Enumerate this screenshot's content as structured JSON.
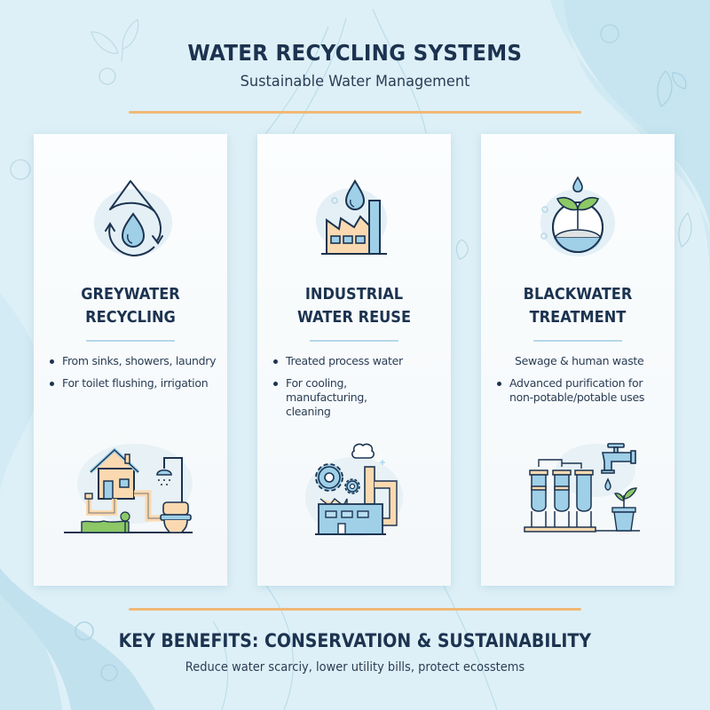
{
  "header": {
    "title": "WATER RECYCLING SYSTEMS",
    "subtitle": "Sustainable Water Management"
  },
  "cards": [
    {
      "icon_top": "water-drop-recycle-icon",
      "heading_line1": "GREYWATER",
      "heading_line2": "RECYCLING",
      "items": [
        {
          "text": "From sinks, showers, laundry",
          "bullet": true
        },
        {
          "text": "For toilet flushing, irrigation",
          "bullet": true
        }
      ],
      "icon_bottom": "house-shower-toilet-pipes-icon"
    },
    {
      "icon_top": "factory-water-drop-icon",
      "heading_line1": "INDUSTRIAL",
      "heading_line2": "WATER REUSE",
      "items": [
        {
          "text": "Treated process water",
          "bullet": true
        },
        {
          "text": "For cooling, manufacturing, cleaning",
          "bullet": true
        }
      ],
      "icon_bottom": "factory-gears-pipe-icon"
    },
    {
      "icon_top": "plant-sprout-globe-icon",
      "heading_line1": "BLACKWATER",
      "heading_line2": "TREATMENT",
      "items": [
        {
          "text": "Sewage & human waste",
          "bullet": false
        },
        {
          "text": "Advanced purification for non-potable/potable uses",
          "bullet": true
        }
      ],
      "icon_bottom": "filters-faucet-plant-icon"
    }
  ],
  "footer": {
    "title": "KEY BENEFITS: CONSERVATION & SUSTAINABILITY",
    "subtitle": "Reduce water scarciy, lower utility bills, protect ecosstems"
  },
  "colors": {
    "background": "#def0f7",
    "wave": "#c2e3ef",
    "accent_rule": "#f0b878",
    "heading": "#1c3350",
    "water_blue": "#9fd0e8",
    "peach": "#fbd9b0",
    "leaf_green": "#8cc866"
  }
}
